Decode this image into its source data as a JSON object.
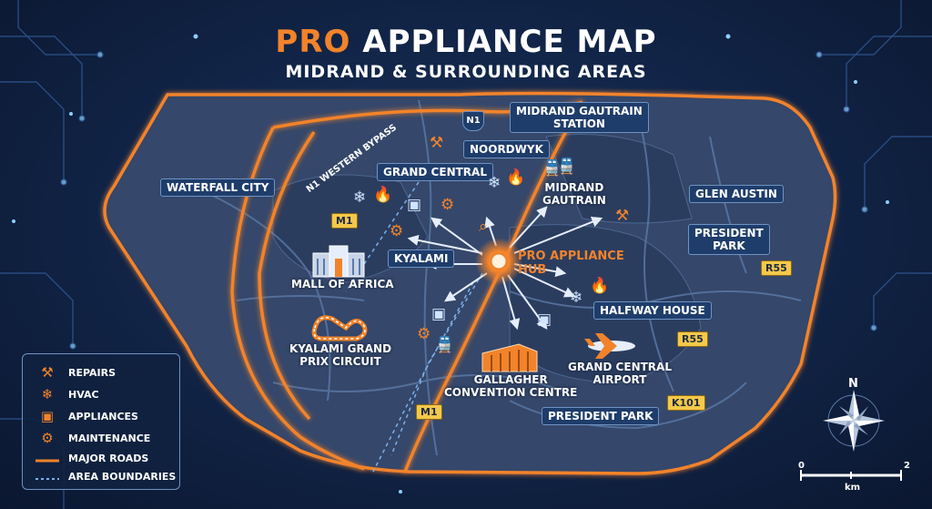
{
  "title": {
    "accent": "PRO",
    "main": "APPLIANCE MAP"
  },
  "subtitle": "MIDRAND & SURROUNDING AREAS",
  "hub": {
    "line1": "PRO APPLIANCE",
    "line2": "HUB"
  },
  "places": {
    "waterfall_city": "WATERFALL CITY",
    "grand_central": "GRAND CENTRAL",
    "noordwyk": "NOORDWYK",
    "gautrain_station": {
      "line1": "MIDRAND GAUTRAIN",
      "line2": "STATION"
    },
    "midrand_gautrain": {
      "line1": "MIDRAND",
      "line2": "GAUTRAIN"
    },
    "glen_austin": "GLEN AUSTIN",
    "president_park_right": {
      "line1": "PRESIDENT",
      "line2": "PARK"
    },
    "kyalami": "KYALAMI",
    "mall_of_africa": "MALL OF AFRICA",
    "halfway_house": "HALFWAY HOUSE",
    "kyalami_circuit": {
      "line1": "KYALAMI GRAND",
      "line2": "PRIX CIRCUIT"
    },
    "gallagher": {
      "line1": "GALLAGHER",
      "line2": "CONVENTION CENTRE"
    },
    "grand_central_airport": {
      "line1": "GRAND CENTRAL",
      "line2": "AIRPORT"
    },
    "president_park_bottom": "PRESIDENT PARK"
  },
  "roads": {
    "n1_shield": "N1",
    "n1_bypass": "N1 WESTERN BYPASS",
    "m1_top": "M1",
    "m1_bottom": "M1",
    "r55_right": "R55",
    "r55_mid": "R55",
    "k101": "K101"
  },
  "legend": {
    "repairs": "REPAIRS",
    "hvac": "HVAC",
    "appliances": "APPLIANCES",
    "maintenance": "MAINTENANCE",
    "major_roads": "MAJOR ROADS",
    "area_boundaries": "AREA BOUNDARIES"
  },
  "compass": {
    "north": "N"
  },
  "scale": {
    "start": "0",
    "end": "2",
    "unit": "km"
  },
  "colors": {
    "accent": "#f2832a",
    "label_bg": "#1f3d6b",
    "route": "#f4c84a",
    "background": "#12264a"
  },
  "icons": [
    "wrench-icon",
    "snowflake-icon",
    "flame-icon",
    "washer-icon",
    "gear-icon",
    "magnifier-icon",
    "train-icon",
    "plane-icon",
    "mall-icon",
    "racetrack-icon",
    "convention-centre-icon"
  ]
}
